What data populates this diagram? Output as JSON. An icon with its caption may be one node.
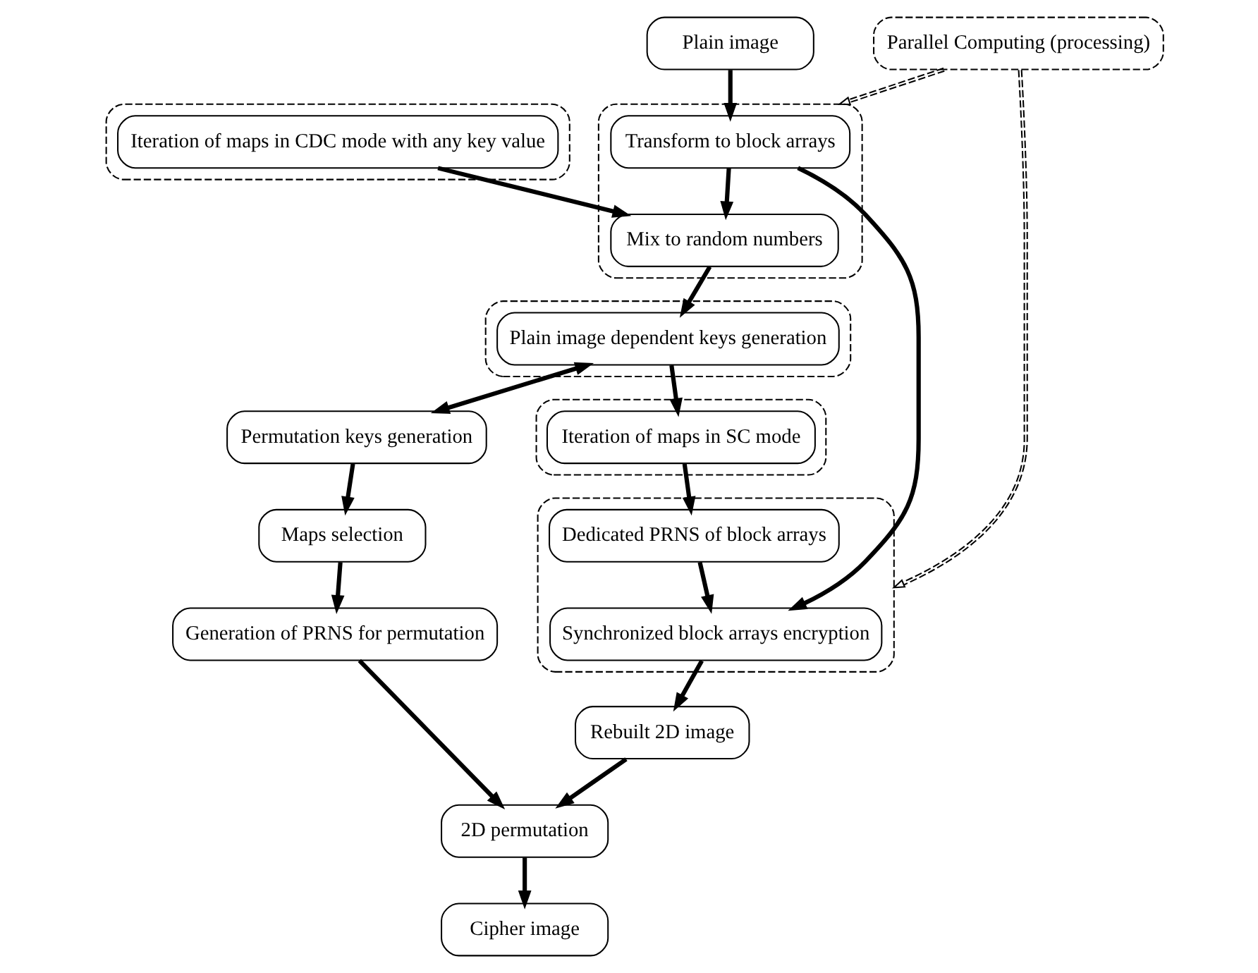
{
  "diagram": {
    "nodes": [
      {
        "text": [
          "Plain image"
        ]
      },
      {
        "text": [],
        "shape": "box"
      },
      {
        "text": [
          "Iteration of maps in CDC mode with any key value"
        ],
        "in": 1
      },
      {
        "text": [
          "Parallel Computing (processing)"
        ]
      },
      {
        "text": [],
        "shape": "box"
      },
      {
        "text": [
          "Transform to block arrays"
        ],
        "in": 4
      },
      {
        "text": [
          "Mix to random numbers"
        ],
        "in": 4
      },
      {
        "text": [],
        "shape": "box"
      },
      {
        "text": [
          "Plain image dependent keys generation"
        ],
        "in": 7
      },
      {
        "text": [],
        "shape": "box"
      },
      {
        "text": [
          "Synchronized block arrays encryption"
        ],
        "in": 9
      },
      {
        "text": [
          "Dedicated PRNS of block arrays"
        ],
        "in": 9
      },
      {
        "text": [],
        "shape": "box"
      },
      {
        "text": [
          "Iteration of maps in SC mode"
        ],
        "in": 12
      },
      {
        "text": [
          "Rebuilt 2D image"
        ]
      },
      {
        "text": [
          "Maps selection"
        ]
      },
      {
        "text": [
          "Permutation keys generation"
        ]
      },
      {
        "text": [
          "2D permutation"
        ]
      },
      {
        "text": [
          "Generation of PRNS for permutation"
        ]
      },
      {
        "text": [
          "Cipher image"
        ]
      }
    ],
    "edges": [
      {
        "from": 0,
        "to": 5,
        "arrow": "to"
      },
      {
        "from": 2,
        "to": 6,
        "arrow": "to"
      },
      {
        "from": 5,
        "to": 6,
        "arrow": "to"
      },
      {
        "from": 6,
        "to": 8,
        "arrow": "to"
      },
      {
        "from": 5,
        "to": 10,
        "arrow": "to"
      },
      {
        "from": 8,
        "to": 16,
        "arrow": "both"
      },
      {
        "from": 8,
        "to": 13,
        "arrow": "to"
      },
      {
        "from": 13,
        "to": 11,
        "arrow": "to"
      },
      {
        "from": 11,
        "to": 10,
        "arrow": "to"
      },
      {
        "from": 10,
        "to": 14,
        "arrow": "to"
      },
      {
        "from": 16,
        "to": 15,
        "arrow": "to"
      },
      {
        "from": 15,
        "to": 18,
        "arrow": "to"
      },
      {
        "from": 18,
        "to": 17,
        "arrow": "to"
      },
      {
        "from": 14,
        "to": 17,
        "arrow": "to"
      },
      {
        "from": 17,
        "to": 19,
        "arrow": "to"
      },
      {
        "from": 3,
        "to": 4,
        "arrow": "to",
        "style": "dashed"
      },
      {
        "from": 3,
        "to": 9,
        "arrow": "to",
        "style": "dashed"
      }
    ]
  }
}
